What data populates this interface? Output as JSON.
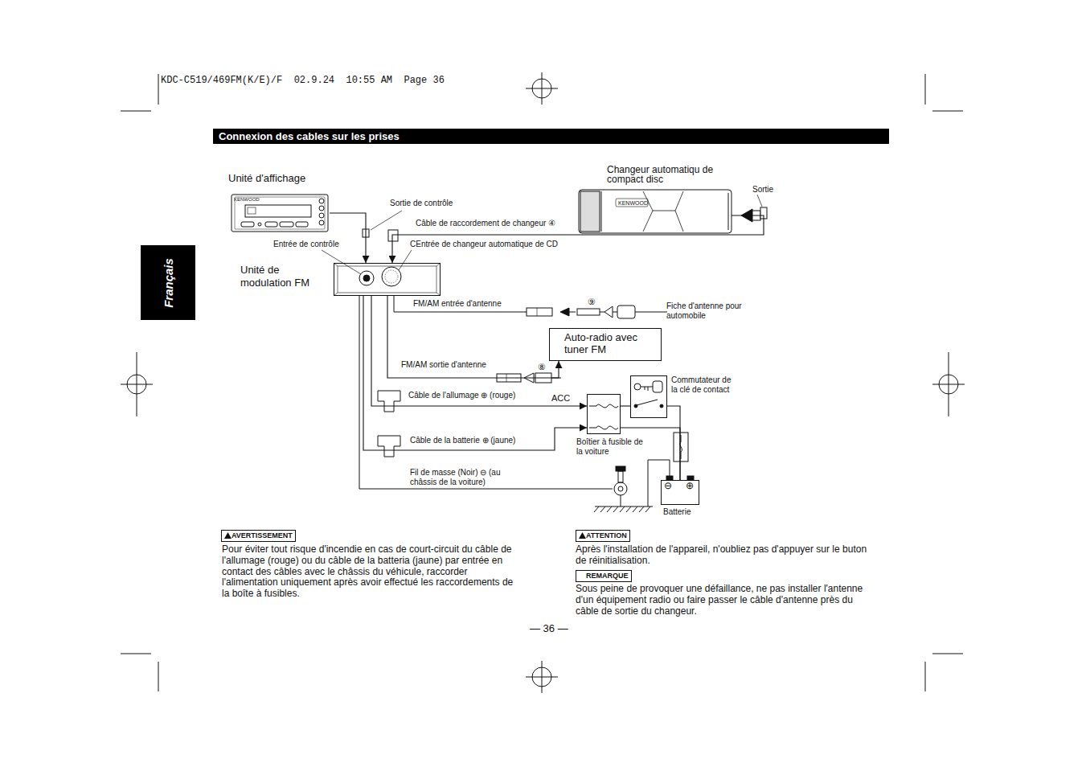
{
  "diagram": {
    "title": "Connexion des cables sur les prises",
    "nodes": [
      {
        "text": [
          "Unité d'affichage"
        ]
      },
      {
        "text": [
          "Changeur automatiqu de compact disc"
        ]
      },
      {
        "text": [
          "Unité de modulation FM"
        ]
      },
      {
        "text": [
          "Auto-radio avec tuner FM"
        ]
      },
      {
        "text": [
          "Commutateur de la clé de contact"
        ]
      },
      {
        "text": [
          "Boîtier à fusible de la voiture"
        ]
      },
      {
        "text": [
          "Batterie"
        ]
      }
    ],
    "edges": [
      {
        "from": 0,
        "to": 2,
        "arrow": "to"
      },
      {
        "from": 1,
        "to": 2,
        "arrow": "to"
      },
      {
        "from": 2,
        "to": 3,
        "arrow": "to",
        "label": "FM/AM sortie d'antenne"
      },
      {
        "from": 2,
        "to": 5,
        "arrow": "to",
        "label": "Câble de l'allumage ⊕ (rouge)"
      },
      {
        "from": 2,
        "to": 5,
        "arrow": "to",
        "label": "Câble de la batterie ⊕ (jaune)"
      },
      {
        "from": 5,
        "to": 4,
        "arrow": "none"
      },
      {
        "from": 4,
        "to": 6,
        "arrow": "none"
      },
      {
        "from": 5,
        "to": 6,
        "arrow": "none"
      }
    ],
    "labels": [
      "KDC-C519/469FM(K/E)/F  02.9.24  10:55 AM  Page 36",
      "Français",
      "KENWOOD",
      "KENWOOD",
      "Sortie de contrôle",
      "Câble de raccordement de changeur ④",
      "Sortie",
      "Entrée de contrôle",
      "CEntrée de changeur automatique de CD",
      "FM/AM entrée d'antenne",
      "⑨",
      "Fiche d'antenne pour automobile",
      "⑧",
      "ACC",
      "Fil de masse (Noir) ⊖ (au châssis de la voiture)",
      "⊖",
      "⊕",
      "AVERTISSEMENT",
      "Pour éviter tout risque d'incendie en cas de court-circuit du câble de l'allumage (rouge) ou du câble de la batteria (jaune) par entrée en contact des câbles avec le châssis du véhicule, raccorder l'alimentation uniquement après avoir effectué les raccordements de la boîte à fusibles.",
      "ATTENTION",
      "Après l'installation de l'appareil, n'oubliez pas d'appuyer sur le buton de réinitialisation.",
      "REMARQUE",
      "Sous peine de provoquer une défaillance, ne pas installer l'antenne d'un équipement radio ou faire passer le câble d'antenne près du câble de sortie du changeur.",
      "— 36 —"
    ]
  }
}
